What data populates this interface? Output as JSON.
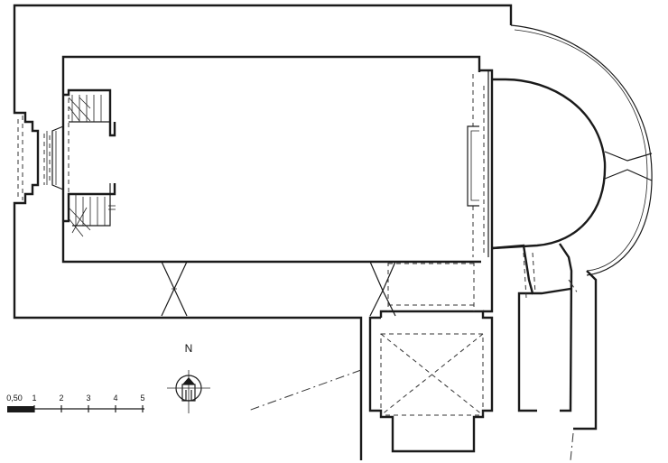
{
  "compass": {
    "label": "N"
  },
  "scale_bar": {
    "labels": [
      "0,50",
      "1",
      "2",
      "3",
      "4",
      "5"
    ]
  }
}
